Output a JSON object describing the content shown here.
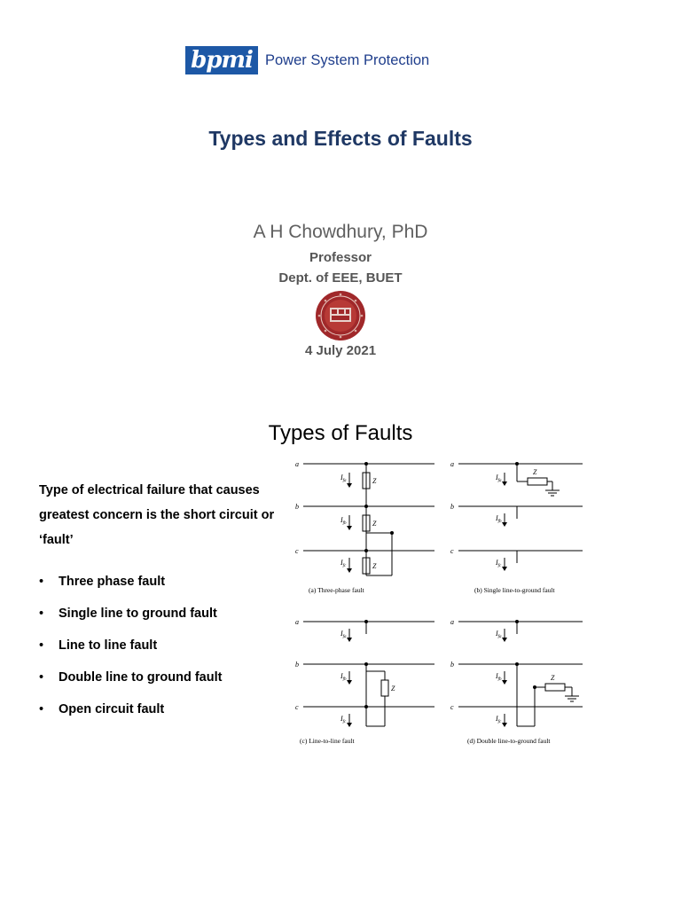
{
  "slide1": {
    "logo_text": "bpmi",
    "header": "Power System Protection",
    "title": "Types and Effects of Faults",
    "author": "A H Chowdhury, PhD",
    "role": "Professor",
    "dept": "Dept. of EEE, BUET",
    "date": "4 July 2021"
  },
  "slide2": {
    "title": "Types of Faults",
    "intro": "Type of electrical failure that causes greatest concern is the short circuit or ‘fault’",
    "bullets": [
      "Three phase fault",
      "Single line to ground fault",
      "Line to line fault",
      "Double line to ground fault",
      "Open circuit fault"
    ],
    "diagrams": {
      "a": {
        "caption": "(a) Three-phase fault",
        "lines": [
          "a",
          "b",
          "c"
        ],
        "currents": [
          "I",
          "I",
          "I"
        ],
        "subs": [
          "fa",
          "fb",
          "fc"
        ],
        "impedance": "Z"
      },
      "b": {
        "caption": "(b) Single line-to-ground fault",
        "lines": [
          "a",
          "b",
          "c"
        ],
        "currents": [
          "I",
          "I",
          "I"
        ],
        "subs": [
          "fa",
          "fb",
          "fc"
        ],
        "impedance": "Z"
      },
      "c": {
        "caption": "(c) Line-to-line fault",
        "lines": [
          "a",
          "b",
          "c"
        ],
        "currents": [
          "I",
          "I",
          "I"
        ],
        "subs": [
          "fa",
          "fb",
          "fc"
        ],
        "impedance": "Z"
      },
      "d": {
        "caption": "(d) Double line-to-ground fault",
        "lines": [
          "a",
          "b",
          "c"
        ],
        "currents": [
          "I",
          "I",
          "I"
        ],
        "subs": [
          "fa",
          "fb",
          "fc"
        ],
        "impedance": "Z"
      }
    },
    "bullet_symbol": "•"
  },
  "colors": {
    "header_blue": "#1f3e8c",
    "title_navy": "#1f3864",
    "logo_blue": "#1d58a6",
    "seal_red": "#a0282a",
    "gray_text": "#606060"
  }
}
